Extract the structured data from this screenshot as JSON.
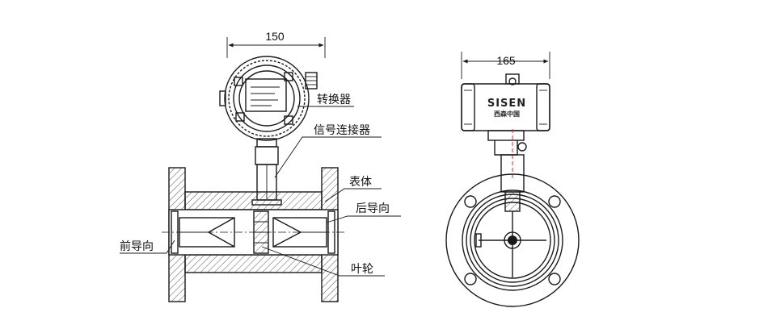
{
  "dimensions": {
    "side_width": "150",
    "front_width": "165"
  },
  "labels": {
    "converter": "转换器",
    "signal_connector": "信号连接器",
    "body": "表体",
    "rear_guide": "后导向",
    "front_guide": "前导向",
    "impeller": "叶轮"
  },
  "brand": {
    "name": "SISEN",
    "subtitle": "西森中国"
  },
  "colors": {
    "line": "#1a1a1a",
    "hatch": "#555555",
    "centerline": "#d32f2f"
  }
}
